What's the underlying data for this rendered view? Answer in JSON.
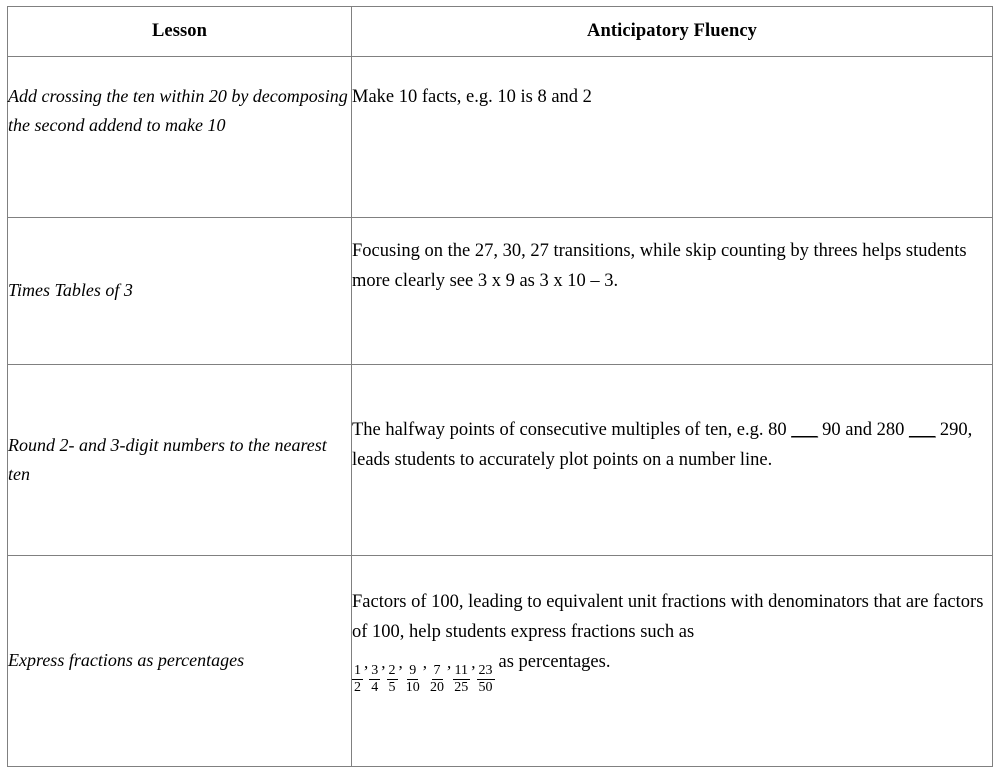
{
  "table": {
    "headers": {
      "lesson": "Lesson",
      "fluency": "Anticipatory Fluency"
    },
    "rows": [
      {
        "lesson": "Add crossing the ten within 20 by decomposing the second addend to make 10",
        "fluency": "Make 10 facts, e.g. 10 is 8 and 2"
      },
      {
        "lesson": "Times Tables of 3",
        "fluency": "Focusing on the 27, 30, 27 transitions, while skip counting by threes helps students more clearly see 3 x 9 as 3 x 10 – 3."
      },
      {
        "lesson": "Round 2- and 3-digit numbers to the nearest ten",
        "fluency_part_1": "The halfway points of consecutive multiples of ten, e.g. 80",
        "fluency_blank_1": "___",
        "fluency_part_2": "90 and 280",
        "fluency_blank_2": "___",
        "fluency_part_3": "290, leads students to accurately plot points on a number line."
      },
      {
        "lesson": "Express fractions as percentages",
        "fluency_intro": "Factors of 100, leading to equivalent unit fractions with denominators that are factors of 100, help students express fractions such as",
        "fractions": [
          {
            "numerator": "1",
            "denominator": "2",
            "separator": ","
          },
          {
            "numerator": "3",
            "denominator": "4",
            "separator": ","
          },
          {
            "numerator": "2",
            "denominator": "5",
            "separator": ","
          },
          {
            "numerator": "9",
            "denominator": "10",
            "separator": ","
          },
          {
            "numerator": "7",
            "denominator": "20",
            "separator": ","
          },
          {
            "numerator": "11",
            "denominator": "25",
            "separator": ","
          },
          {
            "numerator": "23",
            "denominator": "50",
            "separator": ""
          }
        ],
        "fluency_tail": "as percentages."
      }
    ]
  },
  "colors": {
    "border": "#808080",
    "text": "#000000",
    "background": "#ffffff"
  }
}
